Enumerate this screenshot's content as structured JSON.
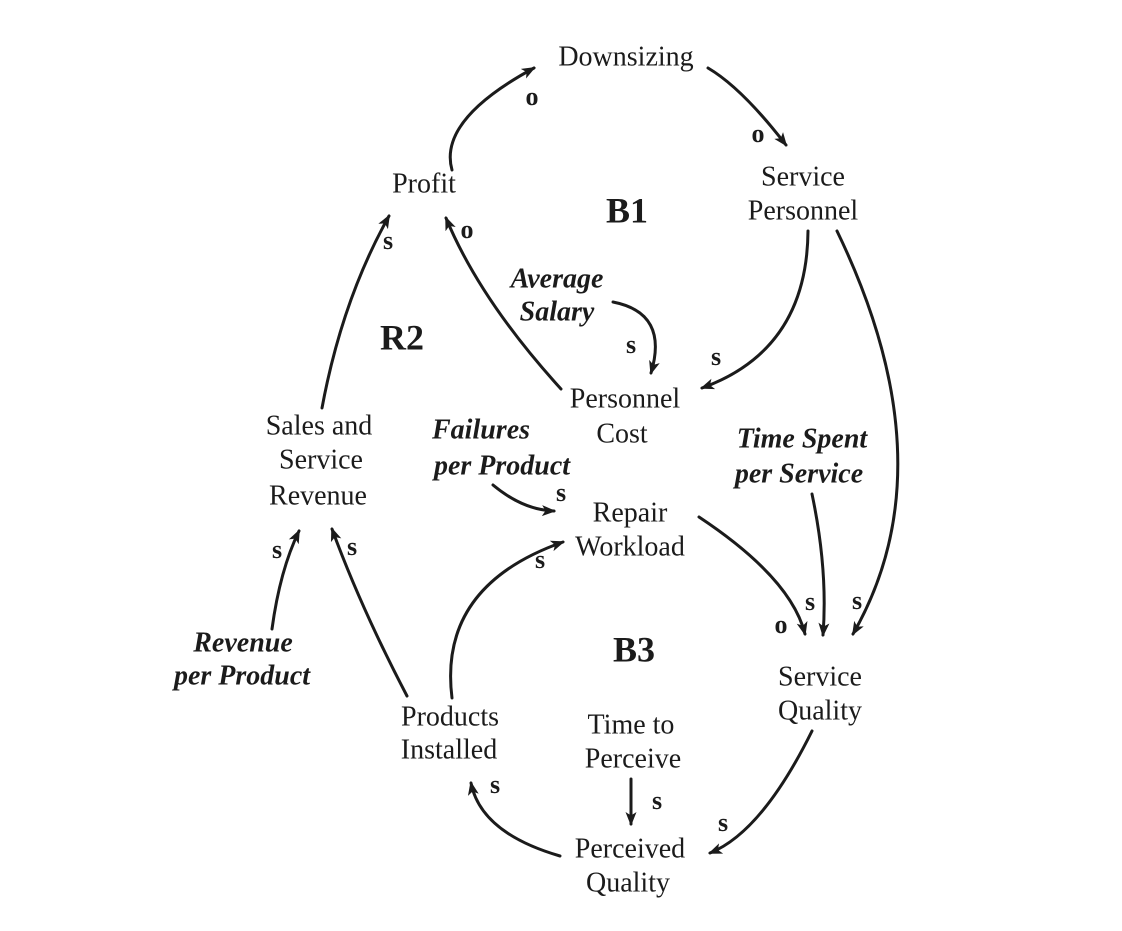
{
  "colors": {
    "ink": "#1b1b1b",
    "background": "#ffffff"
  },
  "loops": {
    "b1": {
      "label": "B1"
    },
    "r2": {
      "label": "R2"
    },
    "b3": {
      "label": "B3"
    }
  },
  "nodes": {
    "downsizing": {
      "label": "Downsizing",
      "lines": [
        "Downsizing"
      ]
    },
    "profit": {
      "label": "Profit",
      "lines": [
        "Profit"
      ]
    },
    "service_personnel": {
      "label": "Service Personnel",
      "lines": [
        "Service",
        "Personnel"
      ]
    },
    "personnel_cost": {
      "label": "Personnel Cost",
      "lines": [
        "Personnel",
        "Cost"
      ]
    },
    "sales_service_revenue": {
      "label": "Sales and Service Revenue",
      "lines": [
        "Sales and",
        "Service",
        "Revenue"
      ]
    },
    "repair_workload": {
      "label": "Repair Workload",
      "lines": [
        "Repair",
        "Workload"
      ]
    },
    "service_quality": {
      "label": "Service Quality",
      "lines": [
        "Service",
        "Quality"
      ]
    },
    "products_installed": {
      "label": "Products Installed",
      "lines": [
        "Products",
        "Installed"
      ]
    },
    "time_to_perceive": {
      "label": "Time to Perceive",
      "lines": [
        "Time to",
        "Perceive"
      ]
    },
    "perceived_quality": {
      "label": "Perceived Quality",
      "lines": [
        "Perceived",
        "Quality"
      ]
    }
  },
  "external_factors": {
    "average_salary": {
      "label": "Average Salary",
      "lines": [
        "Average",
        "Salary"
      ]
    },
    "failures_per_product": {
      "label": "Failures per Product",
      "lines": [
        "Failures",
        "per Product"
      ]
    },
    "time_spent_per_service": {
      "label": "Time Spent per Service",
      "lines": [
        "Time Spent",
        "per Service"
      ]
    },
    "revenue_per_product": {
      "label": "Revenue per Product",
      "lines": [
        "Revenue",
        "per Product"
      ]
    }
  },
  "edges": [
    {
      "from": "profit",
      "to": "downsizing",
      "polarity": "o"
    },
    {
      "from": "downsizing",
      "to": "service_personnel",
      "polarity": "o"
    },
    {
      "from": "service_personnel",
      "to": "personnel_cost",
      "polarity": "s"
    },
    {
      "from": "average_salary",
      "to": "personnel_cost",
      "polarity": "s"
    },
    {
      "from": "personnel_cost",
      "to": "profit",
      "polarity": "o"
    },
    {
      "from": "sales_service_revenue",
      "to": "profit",
      "polarity": "s"
    },
    {
      "from": "revenue_per_product",
      "to": "sales_service_revenue",
      "polarity": "s"
    },
    {
      "from": "products_installed",
      "to": "sales_service_revenue",
      "polarity": "s"
    },
    {
      "from": "failures_per_product",
      "to": "repair_workload",
      "polarity": "s"
    },
    {
      "from": "products_installed",
      "to": "repair_workload",
      "polarity": "s"
    },
    {
      "from": "repair_workload",
      "to": "service_quality",
      "polarity": "o"
    },
    {
      "from": "time_spent_per_service",
      "to": "service_quality",
      "polarity": "s"
    },
    {
      "from": "service_personnel",
      "to": "service_quality",
      "polarity": "s"
    },
    {
      "from": "time_to_perceive",
      "to": "perceived_quality",
      "polarity": "s"
    },
    {
      "from": "service_quality",
      "to": "perceived_quality",
      "polarity": "s"
    },
    {
      "from": "perceived_quality",
      "to": "products_installed",
      "polarity": "s"
    }
  ]
}
